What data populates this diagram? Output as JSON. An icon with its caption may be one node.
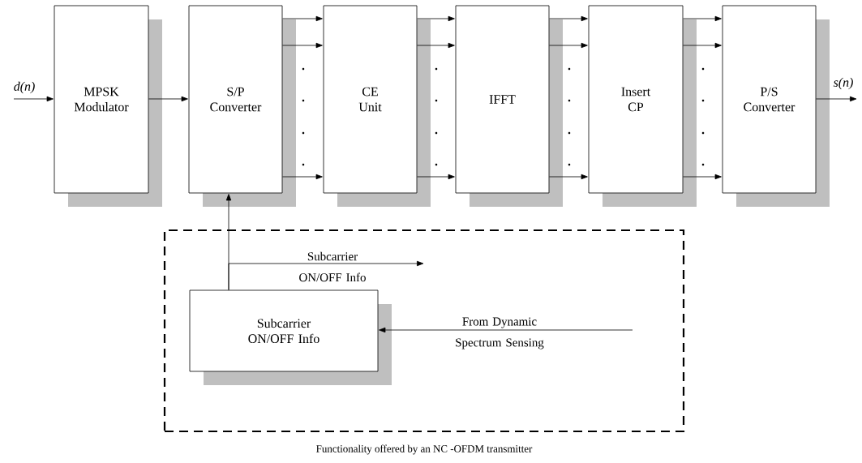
{
  "diagram": {
    "nodes": [
      {
        "text": [
          "MPSK Modulator"
        ]
      },
      {
        "text": [
          "S/P Converter"
        ]
      },
      {
        "text": [
          "CE Unit"
        ]
      },
      {
        "text": [
          "IFFT"
        ]
      },
      {
        "text": [
          "Insert CP"
        ]
      },
      {
        "text": [
          "P/S Converter"
        ]
      },
      {
        "text": [
          "Functionality offered by an NC -OFDM transmitter"
        ]
      },
      {
        "text": [
          "Subcarrier ON/OFF Info"
        ],
        "in": 6
      }
    ],
    "edges": [
      {
        "from": null,
        "to": 0,
        "arrow": "to",
        "label": "d(n)"
      },
      {
        "from": 0,
        "to": 1,
        "arrow": "to"
      },
      {
        "from": 1,
        "to": 2,
        "arrow": "to"
      },
      {
        "from": 1,
        "to": 2,
        "arrow": "to"
      },
      {
        "from": 1,
        "to": 2,
        "arrow": "to"
      },
      {
        "from": 2,
        "to": 3,
        "arrow": "to"
      },
      {
        "from": 2,
        "to": 3,
        "arrow": "to"
      },
      {
        "from": 2,
        "to": 3,
        "arrow": "to"
      },
      {
        "from": 3,
        "to": 4,
        "arrow": "to"
      },
      {
        "from": 3,
        "to": 4,
        "arrow": "to"
      },
      {
        "from": 3,
        "to": 4,
        "arrow": "to"
      },
      {
        "from": 4,
        "to": 5,
        "arrow": "to"
      },
      {
        "from": 4,
        "to": 5,
        "arrow": "to"
      },
      {
        "from": 4,
        "to": 5,
        "arrow": "to"
      },
      {
        "from": 5,
        "to": null,
        "arrow": "to",
        "label": "s(n)"
      },
      {
        "from": 7,
        "to": 1,
        "arrow": "to"
      },
      {
        "from": 7,
        "to": null,
        "arrow": "to",
        "label": "Subcarrier ON/OFF Info"
      },
      {
        "from": null,
        "to": 7,
        "arrow": "to",
        "label": "From Dynamic Spectrum Sensing"
      }
    ]
  }
}
